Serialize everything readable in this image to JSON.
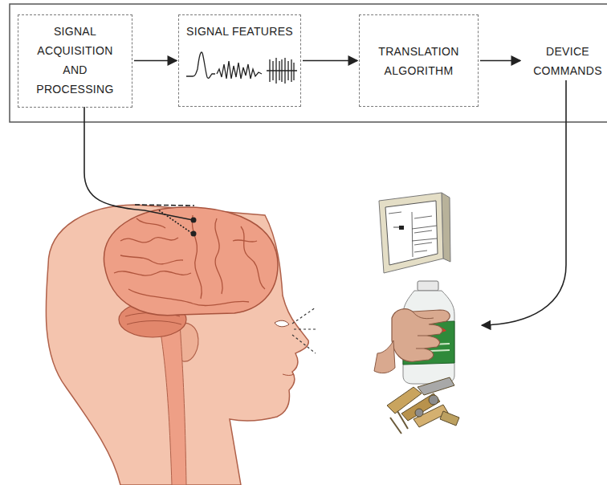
{
  "diagram": {
    "nodes": [
      {
        "text": [
          "SIGNAL ACQUISITION AND PROCESSING"
        ]
      },
      {
        "text": [
          "SIGNAL FEATURES"
        ]
      },
      {
        "text": [
          "TRANSLATION ALGORITHM"
        ]
      },
      {
        "text": [
          "DEVICE COMMANDS"
        ]
      }
    ],
    "edges": [
      {
        "from": 0,
        "to": 1,
        "arrow": "to"
      },
      {
        "from": 1,
        "to": 2,
        "arrow": "to"
      },
      {
        "from": 2,
        "to": 3,
        "arrow": "to"
      }
    ]
  }
}
